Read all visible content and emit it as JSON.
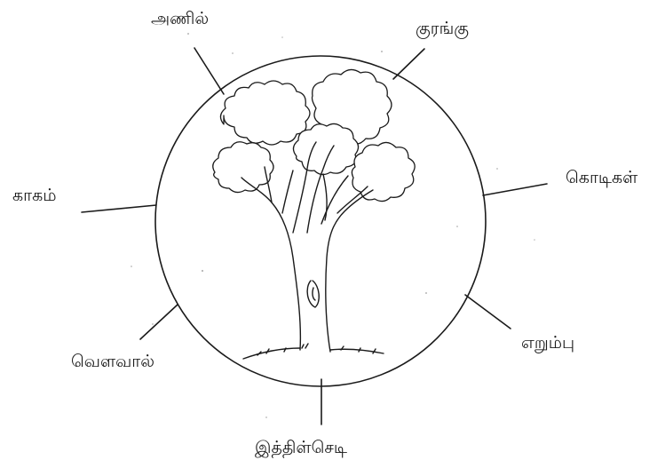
{
  "diagram": {
    "center_image": "tree",
    "labels": {
      "top_left": "அணில்",
      "top_right": "குரங்கு",
      "left": "காகம்",
      "right": "கொடிகள்",
      "bottom_left": "வௌவால்",
      "bottom_right": "எறும்பு",
      "bottom": "இத்திள்செடி"
    }
  }
}
